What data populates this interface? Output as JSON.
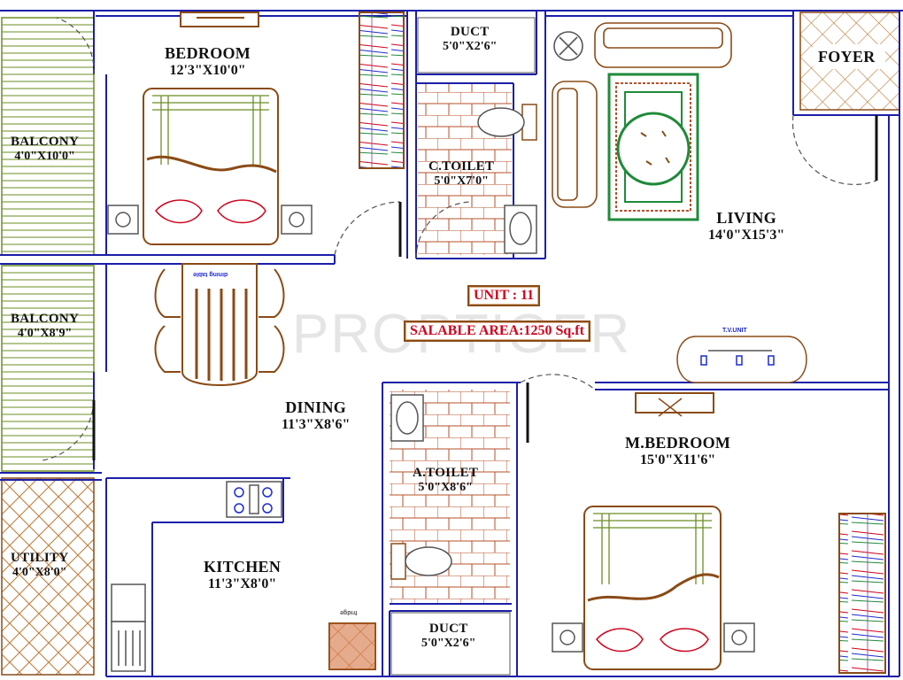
{
  "rooms": {
    "bedroom": {
      "name": "BEDROOM",
      "dims": "12'3\"X10'0\""
    },
    "balcony1": {
      "name": "BALCONY",
      "dims": "4'0\"X10'0\""
    },
    "balcony2": {
      "name": "BALCONY",
      "dims": "4'0\"X8'9\""
    },
    "utility": {
      "name": "UTILITY",
      "dims": "4'0\"X8'0\""
    },
    "duct_top": {
      "name": "DUCT",
      "dims": "5'0\"X2'6\""
    },
    "duct_bottom": {
      "name": "DUCT",
      "dims": "5'0\"X2'6\""
    },
    "c_toilet": {
      "name": "C.TOILET",
      "dims": "5'0\"X7'0\""
    },
    "a_toilet": {
      "name": "A.TOILET",
      "dims": "5'0\"X8'6\""
    },
    "foyer": {
      "name": "FOYER"
    },
    "living": {
      "name": "LIVING",
      "dims": "14'0\"X15'3\""
    },
    "dining": {
      "name": "DINING",
      "dims": "11'3\"X8'6\""
    },
    "kitchen": {
      "name": "KITCHEN",
      "dims": "11'3\"X8'0\""
    },
    "m_bedroom": {
      "name": "M.BEDROOM",
      "dims": "15'0\"X11'6\""
    }
  },
  "tags": {
    "unit": "UNIT : 11",
    "area": "SALABLE AREA:1250 Sq.ft"
  },
  "furniture_notes": {
    "dining_table": "dining table",
    "tv_unit": "T.V.UNIT",
    "fridge": "fridge"
  },
  "watermark": "PROPTIGER",
  "colors": {
    "wall": "#1b1fa8",
    "furniture": "#8a4b16",
    "accent": "#d0021b",
    "balcony_hatch": "#6b8e23",
    "tile": "#b5502a",
    "rug": "#1f8a3a"
  }
}
